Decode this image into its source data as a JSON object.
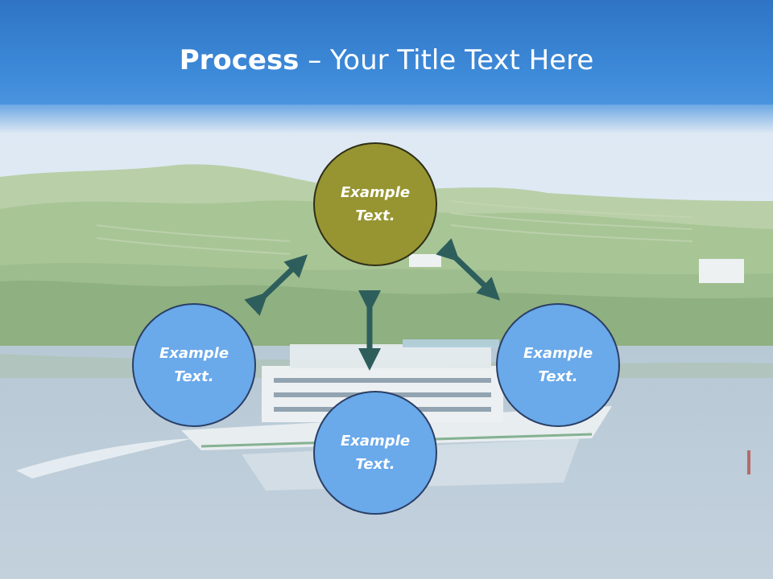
{
  "slide": {
    "title_bold": "Process",
    "title_rest": " – Your Title Text Here",
    "nodes": {
      "top": "Example Text.",
      "left": "Example Text.",
      "right": "Example Text.",
      "bottom": "Example Text."
    }
  },
  "colors": {
    "title_bar": "#3d8ad9",
    "node_blue": "#6aa9ea",
    "node_olive": "#979531",
    "arrow": "#2e5e5c"
  }
}
